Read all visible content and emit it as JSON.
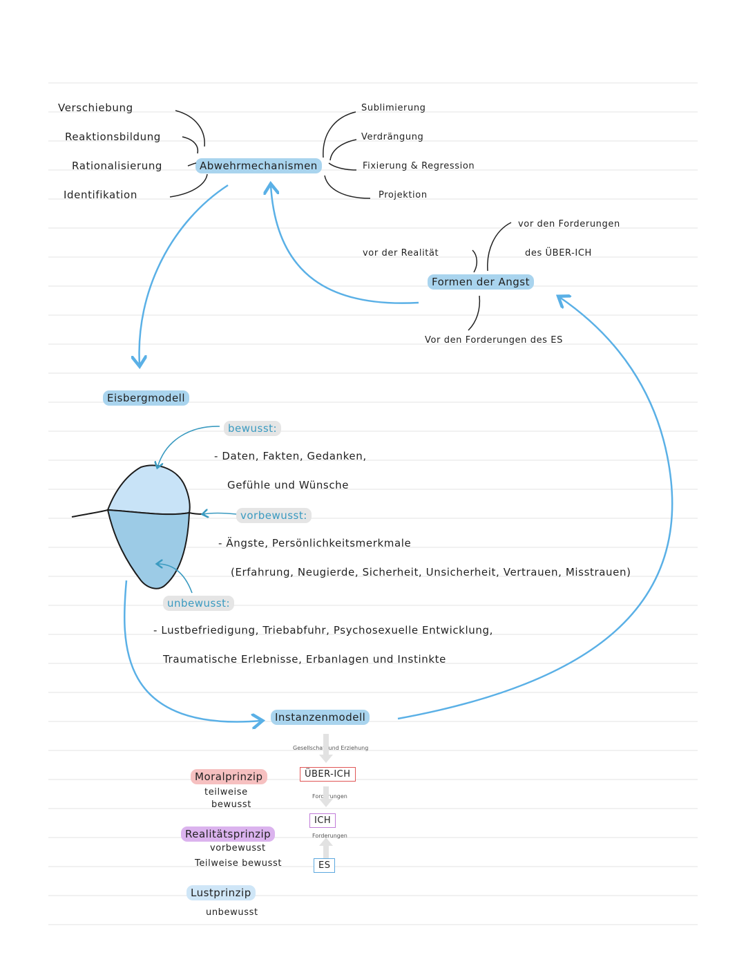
{
  "defense": {
    "center": "Abwehrmechanismen",
    "left_items": [
      "Verschiebung",
      "Reaktionsbildung",
      "Rationalisierung",
      "Identifikation"
    ],
    "right_items": [
      "Sublimierung",
      "Verdrängung",
      "Fixierung & Regression",
      "Projektion"
    ]
  },
  "angst": {
    "center": "Formen der Angst",
    "realitaet": "vor der Realität",
    "ueberich_line1": "vor den Forderungen",
    "ueberich_line2": "des ÜBER-ICH",
    "es": "Vor den Forderungen des ES"
  },
  "eisberg": {
    "title": "Eisbergmodell",
    "bewusst_label": "bewusst:",
    "bewusst_line1": "- Daten, Fakten, Gedanken,",
    "bewusst_line2": "Gefühle und Wünsche",
    "vorbewusst_label": "vorbewusst:",
    "vorbewusst_line1": "- Ängste, Persönlichkeitsmerkmale",
    "vorbewusst_line2": "(Erfahrung, Neugierde, Sicherheit, Unsicherheit, Vertrauen, Misstrauen)",
    "unbewusst_label": "unbewusst:",
    "unbewusst_line1": "- Lustbefriedigung, Triebabfuhr, Psychosexuelle Entwicklung,",
    "unbewusst_line2": "Traumatische Erlebnisse, Erbanlagen und Instinkte"
  },
  "instanzen": {
    "title": "Instanzenmodell",
    "gesellschaft": "Gesellschaft und Erziehung",
    "ueberich": "ÜBER-ICH",
    "forderungen1": "Forderungen",
    "ich": "ICH",
    "forderungen2": "Forderungen",
    "es": "ES",
    "moral": "Moralprinzip",
    "moral_desc1": "teilweise",
    "moral_desc2": "bewusst",
    "realitaet": "Realitätsprinzip",
    "realitaet_desc1": "vorbewusst",
    "realitaet_desc2": "Teilweise bewusst",
    "lust": "Lustprinzip",
    "lust_desc": "unbewusst"
  },
  "colors": {
    "arrow": "#5ab0e6",
    "teal": "#3a9ac0",
    "ice_top": "#c8e3f7",
    "ice_bottom": "#9ccbe6",
    "ueberich_border": "#e05555",
    "ich_border": "#c07ad8",
    "es_border": "#5aa7de"
  }
}
